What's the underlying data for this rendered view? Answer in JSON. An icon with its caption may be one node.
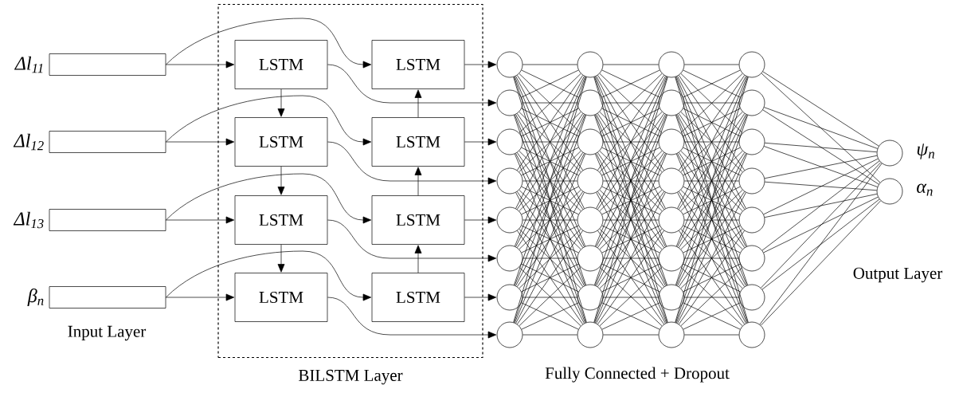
{
  "diagram": {
    "nodes": [
      {
        "text": [],
        "shape": "box",
        "beside": [
          "Δl$_{11}$"
        ]
      },
      {
        "text": [],
        "shape": "box",
        "beside": [
          "Δl$_{12}$"
        ]
      },
      {
        "text": [],
        "shape": "box",
        "beside": [
          "Δl$_{13}$"
        ]
      },
      {
        "text": [],
        "shape": "box",
        "beside": [
          "β$_{n}$"
        ]
      },
      {
        "text": [
          "BILSTM Layer"
        ]
      },
      {
        "text": [
          "LSTM"
        ],
        "in": 4
      },
      {
        "text": [
          "LSTM"
        ],
        "in": 4
      },
      {
        "text": [
          "LSTM"
        ],
        "in": 4
      },
      {
        "text": [
          "LSTM"
        ],
        "in": 4
      },
      {
        "text": [
          "LSTM"
        ],
        "in": 4
      },
      {
        "text": [
          "LSTM"
        ],
        "in": 4
      },
      {
        "text": [
          "LSTM"
        ],
        "in": 4
      },
      {
        "text": [
          "LSTM"
        ],
        "in": 4
      },
      {
        "text": [],
        "shape": "circle"
      },
      {
        "text": [],
        "shape": "circle"
      },
      {
        "text": [],
        "shape": "circle"
      },
      {
        "text": [],
        "shape": "circle"
      },
      {
        "text": [],
        "shape": "circle"
      },
      {
        "text": [],
        "shape": "circle"
      },
      {
        "text": [],
        "shape": "circle"
      },
      {
        "text": [],
        "shape": "circle"
      },
      {
        "text": [],
        "shape": "circle"
      },
      {
        "text": [],
        "shape": "circle"
      },
      {
        "text": [],
        "shape": "circle"
      },
      {
        "text": [],
        "shape": "circle"
      },
      {
        "text": [],
        "shape": "circle"
      },
      {
        "text": [],
        "shape": "circle"
      },
      {
        "text": [],
        "shape": "circle"
      },
      {
        "text": [],
        "shape": "circle"
      },
      {
        "text": [],
        "shape": "circle"
      },
      {
        "text": [],
        "shape": "circle"
      },
      {
        "text": [],
        "shape": "circle"
      },
      {
        "text": [],
        "shape": "circle"
      },
      {
        "text": [],
        "shape": "circle"
      },
      {
        "text": [],
        "shape": "circle"
      },
      {
        "text": [],
        "shape": "circle"
      },
      {
        "text": [],
        "shape": "circle"
      },
      {
        "text": [],
        "shape": "circle"
      },
      {
        "text": [],
        "shape": "circle"
      },
      {
        "text": [],
        "shape": "circle"
      },
      {
        "text": [],
        "shape": "circle"
      },
      {
        "text": [],
        "shape": "circle"
      },
      {
        "text": [],
        "shape": "circle"
      },
      {
        "text": [],
        "shape": "circle"
      },
      {
        "text": [],
        "shape": "circle"
      },
      {
        "text": [],
        "shape": "circle",
        "beside": [
          "ψ$_{n}$"
        ]
      },
      {
        "text": [],
        "shape": "circle",
        "beside": [
          "α$_{n}$"
        ]
      }
    ],
    "edges": [
      {
        "from": 0,
        "to": 5,
        "arrow": "to"
      },
      {
        "from": 0,
        "to": 9,
        "arrow": "to"
      },
      {
        "from": 1,
        "to": 6,
        "arrow": "to"
      },
      {
        "from": 1,
        "to": 10,
        "arrow": "to"
      },
      {
        "from": 2,
        "to": 7,
        "arrow": "to"
      },
      {
        "from": 2,
        "to": 11,
        "arrow": "to"
      },
      {
        "from": 3,
        "to": 8,
        "arrow": "to"
      },
      {
        "from": 3,
        "to": 12,
        "arrow": "to"
      },
      {
        "from": 5,
        "to": 6,
        "arrow": "to"
      },
      {
        "from": 6,
        "to": 7,
        "arrow": "to"
      },
      {
        "from": 7,
        "to": 8,
        "arrow": "to"
      },
      {
        "from": 12,
        "to": 11,
        "arrow": "to"
      },
      {
        "from": 11,
        "to": 10,
        "arrow": "to"
      },
      {
        "from": 10,
        "to": 9,
        "arrow": "to"
      },
      {
        "from": 9,
        "to": 13,
        "arrow": "to"
      },
      {
        "from": 5,
        "to": 14,
        "arrow": "to"
      },
      {
        "from": 10,
        "to": 15,
        "arrow": "to"
      },
      {
        "from": 6,
        "to": 16,
        "arrow": "to"
      },
      {
        "from": 11,
        "to": 17,
        "arrow": "to"
      },
      {
        "from": 7,
        "to": 18,
        "arrow": "to"
      },
      {
        "from": 12,
        "to": 19,
        "arrow": "to"
      },
      {
        "from": 8,
        "to": 20,
        "arrow": "to"
      },
      {
        "from": 13,
        "to": 21,
        "arrow": "none"
      },
      {
        "from": 13,
        "to": 22,
        "arrow": "none"
      },
      {
        "from": 13,
        "to": 23,
        "arrow": "none"
      },
      {
        "from": 13,
        "to": 24,
        "arrow": "none"
      },
      {
        "from": 13,
        "to": 25,
        "arrow": "none"
      },
      {
        "from": 13,
        "to": 26,
        "arrow": "none"
      },
      {
        "from": 13,
        "to": 27,
        "arrow": "none"
      },
      {
        "from": 13,
        "to": 28,
        "arrow": "none"
      },
      {
        "from": 14,
        "to": 21,
        "arrow": "none"
      },
      {
        "from": 14,
        "to": 22,
        "arrow": "none"
      },
      {
        "from": 14,
        "to": 23,
        "arrow": "none"
      },
      {
        "from": 14,
        "to": 24,
        "arrow": "none"
      },
      {
        "from": 14,
        "to": 25,
        "arrow": "none"
      },
      {
        "from": 14,
        "to": 26,
        "arrow": "none"
      },
      {
        "from": 14,
        "to": 27,
        "arrow": "none"
      },
      {
        "from": 14,
        "to": 28,
        "arrow": "none"
      },
      {
        "from": 15,
        "to": 21,
        "arrow": "none"
      },
      {
        "from": 15,
        "to": 22,
        "arrow": "none"
      },
      {
        "from": 15,
        "to": 23,
        "arrow": "none"
      },
      {
        "from": 15,
        "to": 24,
        "arrow": "none"
      },
      {
        "from": 15,
        "to": 25,
        "arrow": "none"
      },
      {
        "from": 15,
        "to": 26,
        "arrow": "none"
      },
      {
        "from": 15,
        "to": 27,
        "arrow": "none"
      },
      {
        "from": 15,
        "to": 28,
        "arrow": "none"
      },
      {
        "from": 16,
        "to": 21,
        "arrow": "none"
      },
      {
        "from": 16,
        "to": 22,
        "arrow": "none"
      },
      {
        "from": 16,
        "to": 23,
        "arrow": "none"
      },
      {
        "from": 16,
        "to": 24,
        "arrow": "none"
      },
      {
        "from": 16,
        "to": 25,
        "arrow": "none"
      },
      {
        "from": 16,
        "to": 26,
        "arrow": "none"
      },
      {
        "from": 16,
        "to": 27,
        "arrow": "none"
      },
      {
        "from": 16,
        "to": 28,
        "arrow": "none"
      },
      {
        "from": 17,
        "to": 21,
        "arrow": "none"
      },
      {
        "from": 17,
        "to": 22,
        "arrow": "none"
      },
      {
        "from": 17,
        "to": 23,
        "arrow": "none"
      },
      {
        "from": 17,
        "to": 24,
        "arrow": "none"
      },
      {
        "from": 17,
        "to": 25,
        "arrow": "none"
      },
      {
        "from": 17,
        "to": 26,
        "arrow": "none"
      },
      {
        "from": 17,
        "to": 27,
        "arrow": "none"
      },
      {
        "from": 17,
        "to": 28,
        "arrow": "none"
      },
      {
        "from": 18,
        "to": 21,
        "arrow": "none"
      },
      {
        "from": 18,
        "to": 22,
        "arrow": "none"
      },
      {
        "from": 18,
        "to": 23,
        "arrow": "none"
      },
      {
        "from": 18,
        "to": 24,
        "arrow": "none"
      },
      {
        "from": 18,
        "to": 25,
        "arrow": "none"
      },
      {
        "from": 18,
        "to": 26,
        "arrow": "none"
      },
      {
        "from": 18,
        "to": 27,
        "arrow": "none"
      },
      {
        "from": 18,
        "to": 28,
        "arrow": "none"
      },
      {
        "from": 19,
        "to": 21,
        "arrow": "none"
      },
      {
        "from": 19,
        "to": 22,
        "arrow": "none"
      },
      {
        "from": 19,
        "to": 23,
        "arrow": "none"
      },
      {
        "from": 19,
        "to": 24,
        "arrow": "none"
      },
      {
        "from": 19,
        "to": 25,
        "arrow": "none"
      },
      {
        "from": 19,
        "to": 26,
        "arrow": "none"
      },
      {
        "from": 19,
        "to": 27,
        "arrow": "none"
      },
      {
        "from": 19,
        "to": 28,
        "arrow": "none"
      },
      {
        "from": 20,
        "to": 21,
        "arrow": "none"
      },
      {
        "from": 20,
        "to": 22,
        "arrow": "none"
      },
      {
        "from": 20,
        "to": 23,
        "arrow": "none"
      },
      {
        "from": 20,
        "to": 24,
        "arrow": "none"
      },
      {
        "from": 20,
        "to": 25,
        "arrow": "none"
      },
      {
        "from": 20,
        "to": 26,
        "arrow": "none"
      },
      {
        "from": 20,
        "to": 27,
        "arrow": "none"
      },
      {
        "from": 20,
        "to": 28,
        "arrow": "none"
      },
      {
        "from": 21,
        "to": 29,
        "arrow": "none"
      },
      {
        "from": 21,
        "to": 30,
        "arrow": "none"
      },
      {
        "from": 21,
        "to": 31,
        "arrow": "none"
      },
      {
        "from": 21,
        "to": 32,
        "arrow": "none"
      },
      {
        "from": 21,
        "to": 33,
        "arrow": "none"
      },
      {
        "from": 21,
        "to": 34,
        "arrow": "none"
      },
      {
        "from": 21,
        "to": 35,
        "arrow": "none"
      },
      {
        "from": 21,
        "to": 36,
        "arrow": "none"
      },
      {
        "from": 22,
        "to": 29,
        "arrow": "none"
      },
      {
        "from": 22,
        "to": 30,
        "arrow": "none"
      },
      {
        "from": 22,
        "to": 31,
        "arrow": "none"
      },
      {
        "from": 22,
        "to": 32,
        "arrow": "none"
      },
      {
        "from": 22,
        "to": 33,
        "arrow": "none"
      },
      {
        "from": 22,
        "to": 34,
        "arrow": "none"
      },
      {
        "from": 22,
        "to": 35,
        "arrow": "none"
      },
      {
        "from": 22,
        "to": 36,
        "arrow": "none"
      },
      {
        "from": 23,
        "to": 29,
        "arrow": "none"
      },
      {
        "from": 23,
        "to": 30,
        "arrow": "none"
      },
      {
        "from": 23,
        "to": 31,
        "arrow": "none"
      },
      {
        "from": 23,
        "to": 32,
        "arrow": "none"
      },
      {
        "from": 23,
        "to": 33,
        "arrow": "none"
      },
      {
        "from": 23,
        "to": 34,
        "arrow": "none"
      },
      {
        "from": 23,
        "to": 35,
        "arrow": "none"
      },
      {
        "from": 23,
        "to": 36,
        "arrow": "none"
      },
      {
        "from": 24,
        "to": 29,
        "arrow": "none"
      },
      {
        "from": 24,
        "to": 30,
        "arrow": "none"
      },
      {
        "from": 24,
        "to": 31,
        "arrow": "none"
      },
      {
        "from": 24,
        "to": 32,
        "arrow": "none"
      },
      {
        "from": 24,
        "to": 33,
        "arrow": "none"
      },
      {
        "from": 24,
        "to": 34,
        "arrow": "none"
      },
      {
        "from": 24,
        "to": 35,
        "arrow": "none"
      },
      {
        "from": 24,
        "to": 36,
        "arrow": "none"
      },
      {
        "from": 25,
        "to": 29,
        "arrow": "none"
      },
      {
        "from": 25,
        "to": 30,
        "arrow": "none"
      },
      {
        "from": 25,
        "to": 31,
        "arrow": "none"
      },
      {
        "from": 25,
        "to": 32,
        "arrow": "none"
      },
      {
        "from": 25,
        "to": 33,
        "arrow": "none"
      },
      {
        "from": 25,
        "to": 34,
        "arrow": "none"
      },
      {
        "from": 25,
        "to": 35,
        "arrow": "none"
      },
      {
        "from": 25,
        "to": 36,
        "arrow": "none"
      },
      {
        "from": 26,
        "to": 29,
        "arrow": "none"
      },
      {
        "from": 26,
        "to": 30,
        "arrow": "none"
      },
      {
        "from": 26,
        "to": 31,
        "arrow": "none"
      },
      {
        "from": 26,
        "to": 32,
        "arrow": "none"
      },
      {
        "from": 26,
        "to": 33,
        "arrow": "none"
      },
      {
        "from": 26,
        "to": 34,
        "arrow": "none"
      },
      {
        "from": 26,
        "to": 35,
        "arrow": "none"
      },
      {
        "from": 26,
        "to": 36,
        "arrow": "none"
      },
      {
        "from": 27,
        "to": 29,
        "arrow": "none"
      },
      {
        "from": 27,
        "to": 30,
        "arrow": "none"
      },
      {
        "from": 27,
        "to": 31,
        "arrow": "none"
      },
      {
        "from": 27,
        "to": 32,
        "arrow": "none"
      },
      {
        "from": 27,
        "to": 33,
        "arrow": "none"
      },
      {
        "from": 27,
        "to": 34,
        "arrow": "none"
      },
      {
        "from": 27,
        "to": 35,
        "arrow": "none"
      },
      {
        "from": 27,
        "to": 36,
        "arrow": "none"
      },
      {
        "from": 28,
        "to": 29,
        "arrow": "none"
      },
      {
        "from": 28,
        "to": 30,
        "arrow": "none"
      },
      {
        "from": 28,
        "to": 31,
        "arrow": "none"
      },
      {
        "from": 28,
        "to": 32,
        "arrow": "none"
      },
      {
        "from": 28,
        "to": 33,
        "arrow": "none"
      },
      {
        "from": 28,
        "to": 34,
        "arrow": "none"
      },
      {
        "from": 28,
        "to": 35,
        "arrow": "none"
      },
      {
        "from": 28,
        "to": 36,
        "arrow": "none"
      },
      {
        "from": 29,
        "to": 37,
        "arrow": "none"
      },
      {
        "from": 29,
        "to": 38,
        "arrow": "none"
      },
      {
        "from": 29,
        "to": 39,
        "arrow": "none"
      },
      {
        "from": 29,
        "to": 40,
        "arrow": "none"
      },
      {
        "from": 29,
        "to": 41,
        "arrow": "none"
      },
      {
        "from": 29,
        "to": 42,
        "arrow": "none"
      },
      {
        "from": 29,
        "to": 43,
        "arrow": "none"
      },
      {
        "from": 29,
        "to": 44,
        "arrow": "none"
      },
      {
        "from": 30,
        "to": 37,
        "arrow": "none"
      },
      {
        "from": 30,
        "to": 38,
        "arrow": "none"
      },
      {
        "from": 30,
        "to": 39,
        "arrow": "none"
      },
      {
        "from": 30,
        "to": 40,
        "arrow": "none"
      },
      {
        "from": 30,
        "to": 41,
        "arrow": "none"
      },
      {
        "from": 30,
        "to": 42,
        "arrow": "none"
      },
      {
        "from": 30,
        "to": 43,
        "arrow": "none"
      },
      {
        "from": 30,
        "to": 44,
        "arrow": "none"
      },
      {
        "from": 31,
        "to": 37,
        "arrow": "none"
      },
      {
        "from": 31,
        "to": 38,
        "arrow": "none"
      },
      {
        "from": 31,
        "to": 39,
        "arrow": "none"
      },
      {
        "from": 31,
        "to": 40,
        "arrow": "none"
      },
      {
        "from": 31,
        "to": 41,
        "arrow": "none"
      },
      {
        "from": 31,
        "to": 42,
        "arrow": "none"
      },
      {
        "from": 31,
        "to": 43,
        "arrow": "none"
      },
      {
        "from": 31,
        "to": 44,
        "arrow": "none"
      },
      {
        "from": 32,
        "to": 37,
        "arrow": "none"
      },
      {
        "from": 32,
        "to": 38,
        "arrow": "none"
      },
      {
        "from": 32,
        "to": 39,
        "arrow": "none"
      },
      {
        "from": 32,
        "to": 40,
        "arrow": "none"
      },
      {
        "from": 32,
        "to": 41,
        "arrow": "none"
      },
      {
        "from": 32,
        "to": 42,
        "arrow": "none"
      },
      {
        "from": 32,
        "to": 43,
        "arrow": "none"
      },
      {
        "from": 32,
        "to": 44,
        "arrow": "none"
      },
      {
        "from": 33,
        "to": 37,
        "arrow": "none"
      },
      {
        "from": 33,
        "to": 38,
        "arrow": "none"
      },
      {
        "from": 33,
        "to": 39,
        "arrow": "none"
      },
      {
        "from": 33,
        "to": 40,
        "arrow": "none"
      },
      {
        "from": 33,
        "to": 41,
        "arrow": "none"
      },
      {
        "from": 33,
        "to": 42,
        "arrow": "none"
      },
      {
        "from": 33,
        "to": 43,
        "arrow": "none"
      },
      {
        "from": 33,
        "to": 44,
        "arrow": "none"
      },
      {
        "from": 34,
        "to": 37,
        "arrow": "none"
      },
      {
        "from": 34,
        "to": 38,
        "arrow": "none"
      },
      {
        "from": 34,
        "to": 39,
        "arrow": "none"
      },
      {
        "from": 34,
        "to": 40,
        "arrow": "none"
      },
      {
        "from": 34,
        "to": 41,
        "arrow": "none"
      },
      {
        "from": 34,
        "to": 42,
        "arrow": "none"
      },
      {
        "from": 34,
        "to": 43,
        "arrow": "none"
      },
      {
        "from": 34,
        "to": 44,
        "arrow": "none"
      },
      {
        "from": 35,
        "to": 37,
        "arrow": "none"
      },
      {
        "from": 35,
        "to": 38,
        "arrow": "none"
      },
      {
        "from": 35,
        "to": 39,
        "arrow": "none"
      },
      {
        "from": 35,
        "to": 40,
        "arrow": "none"
      },
      {
        "from": 35,
        "to": 41,
        "arrow": "none"
      },
      {
        "from": 35,
        "to": 42,
        "arrow": "none"
      },
      {
        "from": 35,
        "to": 43,
        "arrow": "none"
      },
      {
        "from": 35,
        "to": 44,
        "arrow": "none"
      },
      {
        "from": 36,
        "to": 37,
        "arrow": "none"
      },
      {
        "from": 36,
        "to": 38,
        "arrow": "none"
      },
      {
        "from": 36,
        "to": 39,
        "arrow": "none"
      },
      {
        "from": 36,
        "to": 40,
        "arrow": "none"
      },
      {
        "from": 36,
        "to": 41,
        "arrow": "none"
      },
      {
        "from": 36,
        "to": 42,
        "arrow": "none"
      },
      {
        "from": 36,
        "to": 43,
        "arrow": "none"
      },
      {
        "from": 36,
        "to": 44,
        "arrow": "none"
      },
      {
        "from": 37,
        "to": 45,
        "arrow": "none"
      },
      {
        "from": 37,
        "to": 46,
        "arrow": "none"
      },
      {
        "from": 38,
        "to": 45,
        "arrow": "none"
      },
      {
        "from": 38,
        "to": 46,
        "arrow": "none"
      },
      {
        "from": 39,
        "to": 45,
        "arrow": "none"
      },
      {
        "from": 39,
        "to": 46,
        "arrow": "none"
      },
      {
        "from": 40,
        "to": 45,
        "arrow": "none"
      },
      {
        "from": 40,
        "to": 46,
        "arrow": "none"
      },
      {
        "from": 41,
        "to": 45,
        "arrow": "none"
      },
      {
        "from": 41,
        "to": 46,
        "arrow": "none"
      },
      {
        "from": 42,
        "to": 45,
        "arrow": "none"
      },
      {
        "from": 42,
        "to": 46,
        "arrow": "none"
      },
      {
        "from": 43,
        "to": 45,
        "arrow": "none"
      },
      {
        "from": 43,
        "to": 46,
        "arrow": "none"
      },
      {
        "from": 44,
        "to": 45,
        "arrow": "none"
      },
      {
        "from": 44,
        "to": 46,
        "arrow": "none"
      }
    ],
    "labels": [
      "Output Layer",
      "Input Layer",
      "Fully Connected + Dropout"
    ]
  }
}
